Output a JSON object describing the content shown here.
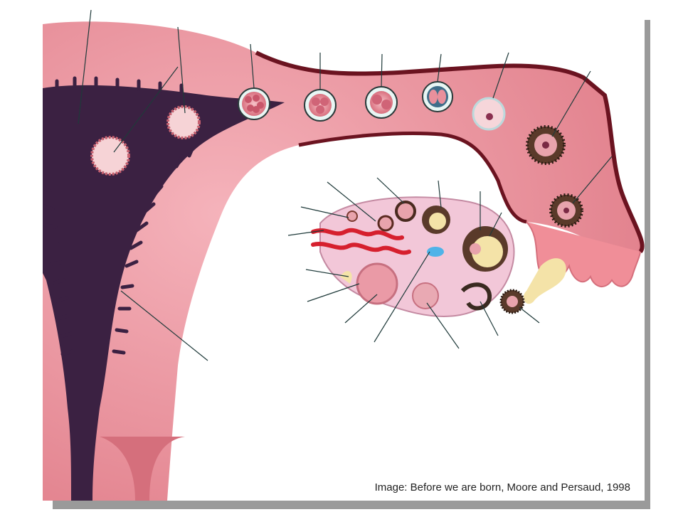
{
  "caption": "Image: Before we are born, Moore and Persaud, 1998",
  "colors": {
    "tissue": "#e8848f",
    "tissue_light": "#f2a9b1",
    "lumen": "#3b2142",
    "tube_wall": "#6b1320",
    "ovary": "#f2c7d8",
    "blood_vessel": "#d6202e",
    "fluid_blue": "#4fb3e8",
    "leader_line": "#1f3a3a",
    "slide_shadow": "#9a9a9a"
  },
  "icons": [
    "embryo-stage",
    "follicle",
    "corpus-luteum",
    "leader-line"
  ]
}
